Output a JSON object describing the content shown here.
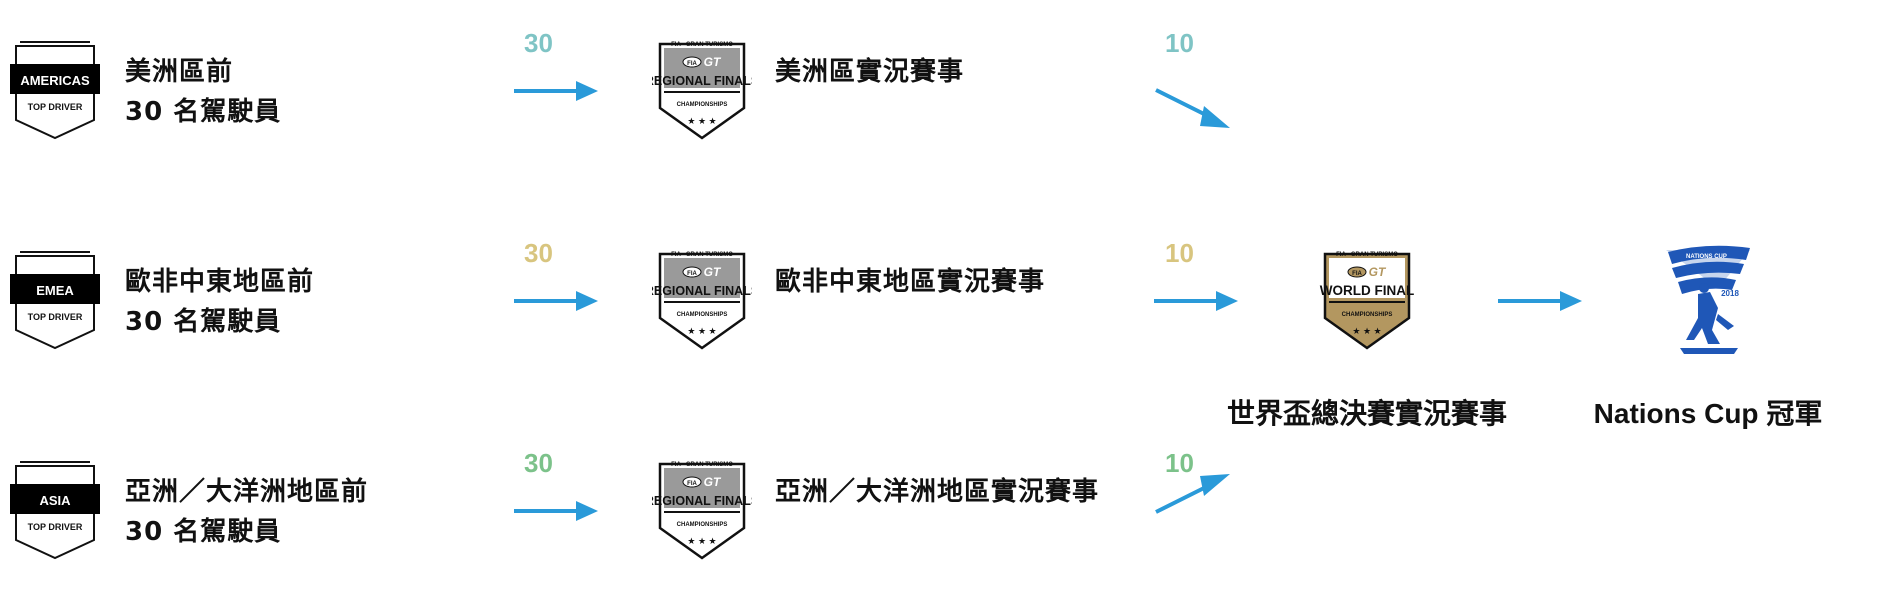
{
  "regions": [
    {
      "badge_label": "AMERICAS",
      "badge_sub": "TOP DRIVER",
      "desc_line1": "美洲區前",
      "desc_line2": "30 名駕駛員",
      "count": "30",
      "count_color": "#7fc4c5",
      "final_name": "美洲區實況賽事",
      "out_count": "10",
      "out_color": "#7fc4c5"
    },
    {
      "badge_label": "EMEA",
      "badge_sub": "TOP DRIVER",
      "desc_line1": "歐非中東地區前",
      "desc_line2": "30 名駕駛員",
      "count": "30",
      "count_color": "#d8c57f",
      "final_name": "歐非中東地區實況賽事",
      "out_count": "10",
      "out_color": "#d8c57f"
    },
    {
      "badge_label": "ASIA",
      "badge_sub": "TOP DRIVER",
      "desc_line1": "亞洲／大洋洲地區前",
      "desc_line2": "30 名駕駛員",
      "count": "30",
      "count_color": "#7cc28a",
      "final_name": "亞洲／大洋洲地區實況賽事",
      "out_count": "10",
      "out_color": "#7cc28a"
    }
  ],
  "regional_logo": {
    "top": "FIA · GRAN TURISMO",
    "main": "REGIONAL FINALS",
    "sub": "CHAMPIONSHIPS"
  },
  "world_logo": {
    "top": "FIA · GRAN TURISMO",
    "main": "WORLD FINAL",
    "sub": "CHAMPIONSHIPS"
  },
  "world_final_caption": "世界盃總決賽實況賽事",
  "nations_cup": {
    "logo_top": "NATIONS CUP",
    "year": "2018",
    "caption": "Nations Cup 冠軍"
  },
  "colors": {
    "arrow": "#2a9ad9",
    "nations_blue": "#1f57b7",
    "gold": "#b39760"
  }
}
